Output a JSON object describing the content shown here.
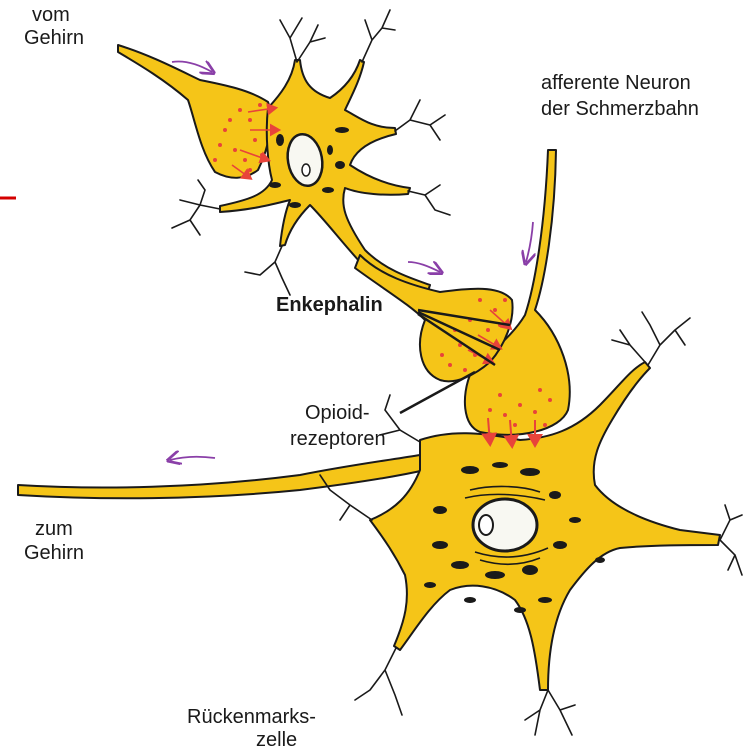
{
  "labels": {
    "vom_gehirn_1": "vom",
    "vom_gehirn_2": "Gehirn",
    "afferent_1": "afferente Neuron",
    "afferent_2": "der Schmerzbahn",
    "enkephalin": "Enkephalin",
    "opioid_1": "Opioid-",
    "opioid_2": "rezeptoren",
    "zum_gehirn_1": "zum",
    "zum_gehirn_2": "Gehirn",
    "rueckenmark_1": "Rückenmarks-",
    "rueckenmark_2": "zelle"
  },
  "colors": {
    "cytoplasm": "#f5c518",
    "outline": "#1a1a1a",
    "vesicle": "#e8433a",
    "signal_arrow": "#8a3fa8",
    "edge_mark": "#d40000"
  }
}
